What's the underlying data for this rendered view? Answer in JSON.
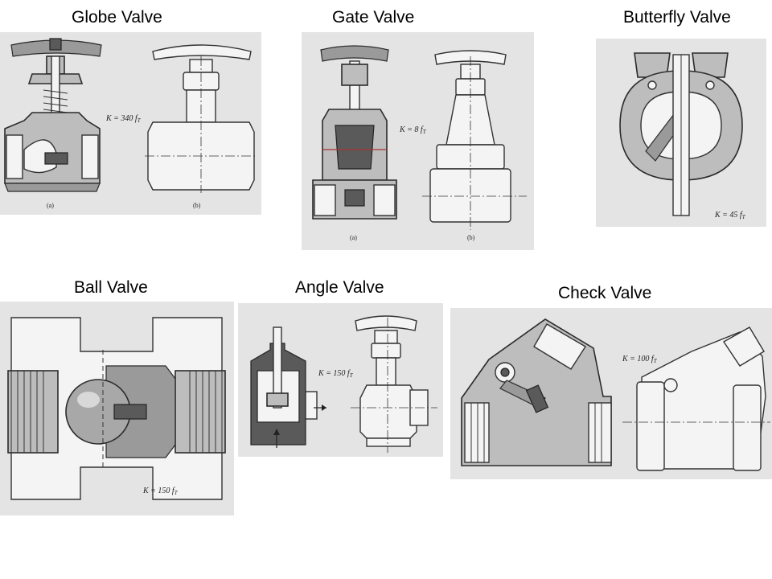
{
  "valves": [
    {
      "id": "globe",
      "title": "Globe Valve",
      "k_label": "K = 340 f",
      "k_sub": "T",
      "fig_a": "(a)",
      "fig_b": "(b)"
    },
    {
      "id": "gate",
      "title": "Gate Valve",
      "k_label": "K = 8 f",
      "k_sub": "T",
      "fig_a": "(a)",
      "fig_b": "(b)"
    },
    {
      "id": "butterfly",
      "title": "Butterfly Valve",
      "k_label": "K = 45 f",
      "k_sub": "T"
    },
    {
      "id": "ball",
      "title": "Ball Valve",
      "k_label": "K = 150 f",
      "k_sub": "T"
    },
    {
      "id": "angle",
      "title": "Angle Valve",
      "k_label": "K = 150 f",
      "k_sub": "T"
    },
    {
      "id": "check",
      "title": "Check Valve",
      "k_label": "K = 100 f",
      "k_sub": "T"
    }
  ]
}
